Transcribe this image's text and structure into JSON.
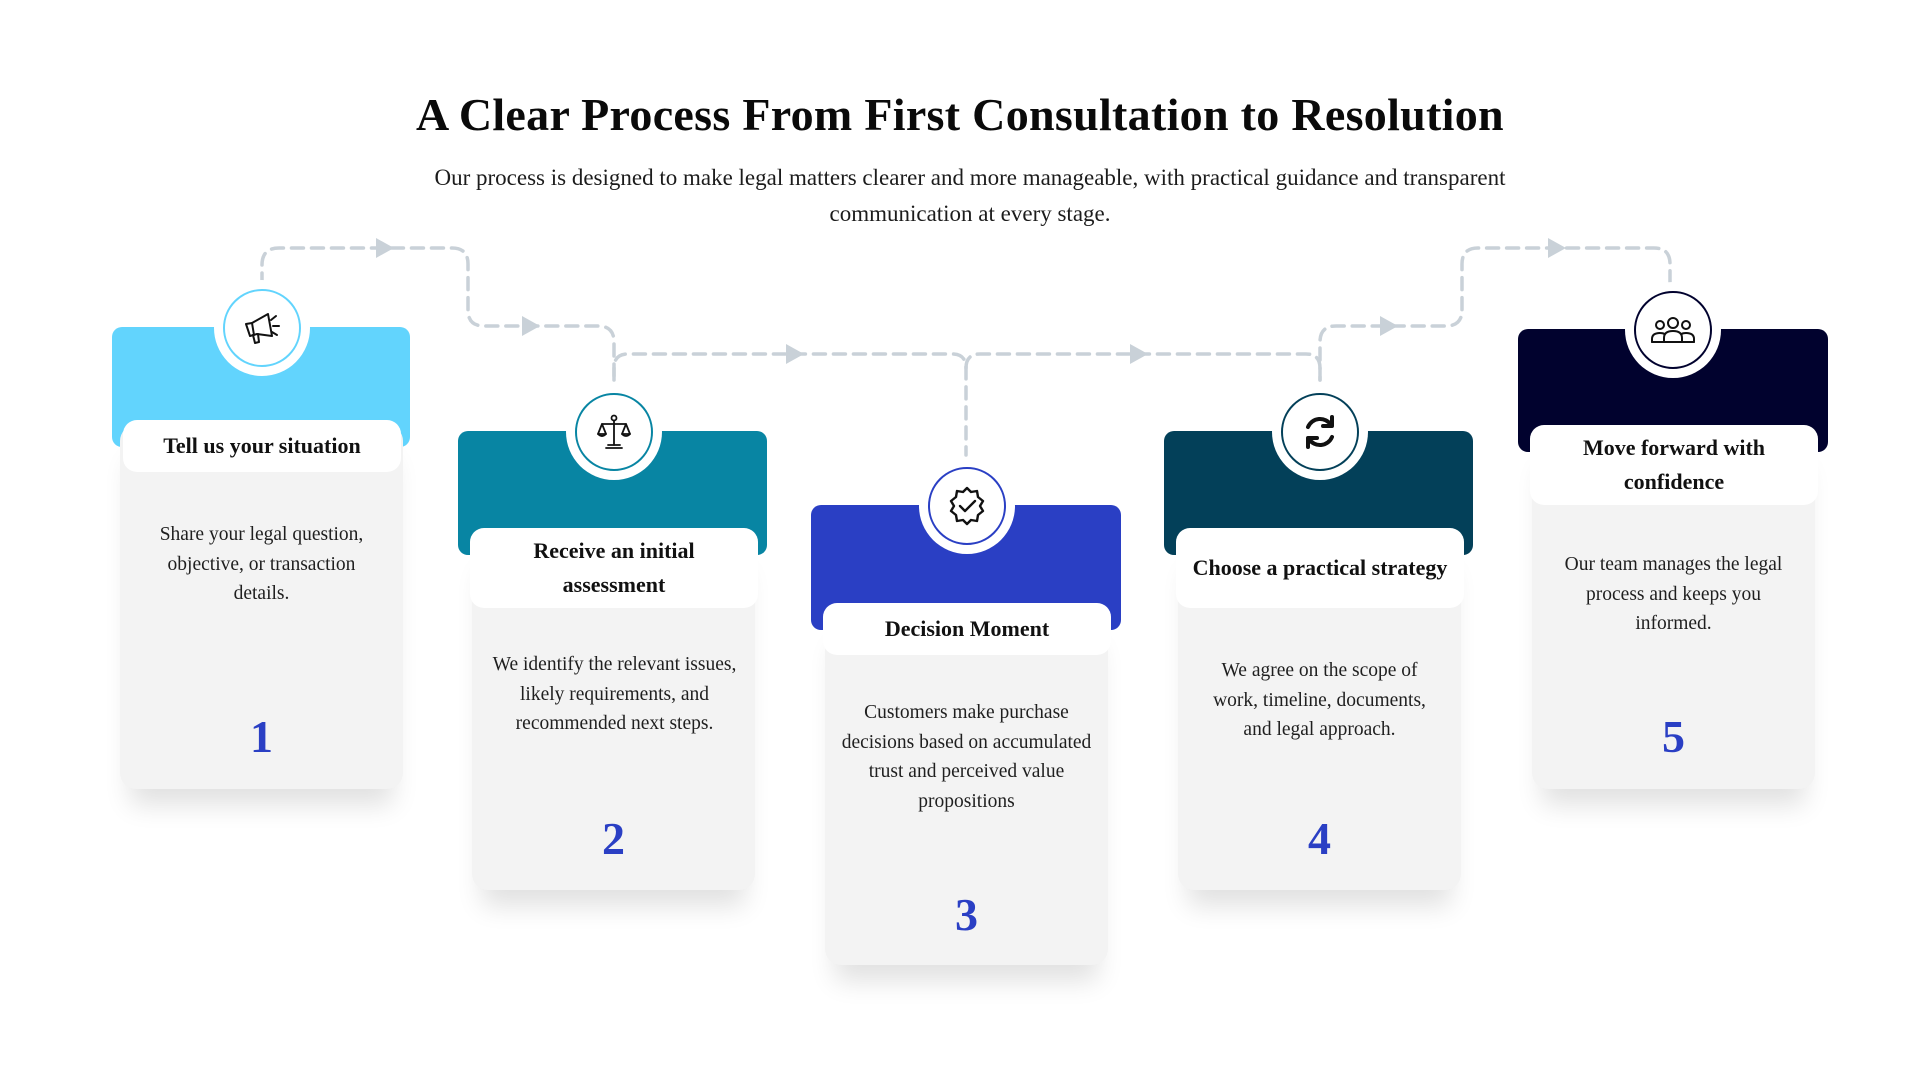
{
  "title": "A Clear Process From First Consultation to Resolution",
  "subtitle": "Our process is designed to make legal matters clearer and more manageable, with practical guidance and transparent communication at every stage.",
  "steps": [
    {
      "number": "1",
      "title": "Tell us your situation",
      "description": "Share your legal question, objective, or transaction details.",
      "icon": "megaphone-icon",
      "color": "#62d4fd",
      "ring": "#62d4fd"
    },
    {
      "number": "2",
      "title": "Receive an initial assessment",
      "description": "We identify the relevant issues, likely requirements, and recommended next steps.",
      "icon": "scales-icon",
      "color": "#0885a3",
      "ring": "#0885a3"
    },
    {
      "number": "3",
      "title": "Decision Moment",
      "description": "Customers make purchase decisions based on accumulated trust and perceived value propositions",
      "icon": "verified-badge-icon",
      "color": "#2a3fc4",
      "ring": "#2a3fc4"
    },
    {
      "number": "4",
      "title": "Choose a practical strategy",
      "description": "We agree on the scope of work, timeline, documents, and legal approach.",
      "icon": "refresh-icon",
      "color": "#034059",
      "ring": "#034059"
    },
    {
      "number": "5",
      "title": "Move forward with confidence",
      "description": "Our team manages the legal process and keeps you informed.",
      "icon": "team-icon",
      "color": "#01022e",
      "ring": "#01022e"
    }
  ],
  "connector_color": "#c9d1d8"
}
